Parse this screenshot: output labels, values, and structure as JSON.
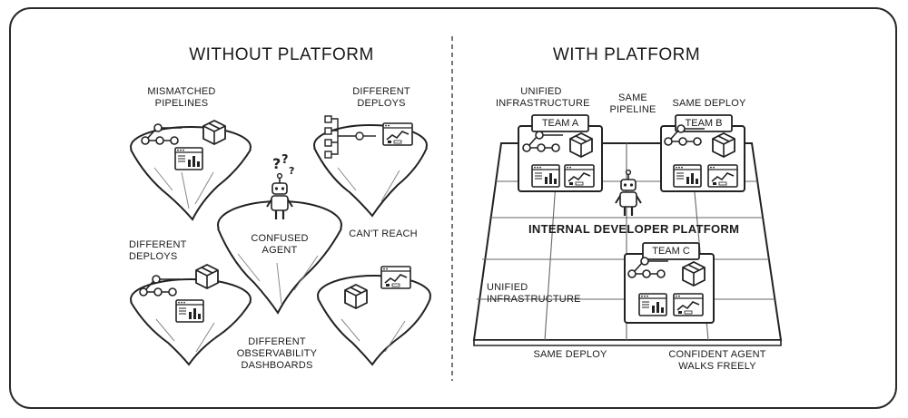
{
  "left_panel": {
    "title": "WITHOUT PLATFORM",
    "labels": {
      "mismatched_pipelines": "MISMATCHED\nPIPELINES",
      "different_deploys_top": "DIFFERENT\nDEPLOYS",
      "different_deploys_left": "DIFFERENT\nDEPLOYS",
      "confused_agent": "CONFUSED\nAGENT",
      "cant_reach": "CAN'T REACH",
      "different_dashboards": "DIFFERENT\nOBSERVABILITY\nDASHBOARDS"
    }
  },
  "right_panel": {
    "title": "WITH PLATFORM",
    "labels": {
      "unified_infra_top": "UNIFIED\nINFRASTRUCTURE",
      "same_pipeline": "SAME\nPIPELINE",
      "same_deploy_top": "SAME DEPLOY",
      "platform": "INTERNAL DEVELOPER PLATFORM",
      "unified_infra_bottom": "UNIFIED\nINFRASTRUCTURE",
      "same_deploy_bottom": "SAME DEPLOY",
      "confident_agent": "CONFIDENT AGENT\nWALKS FREELY"
    },
    "teams": [
      "TEAM A",
      "TEAM B",
      "TEAM C"
    ]
  },
  "icons": [
    "pipeline-icon",
    "package-box-icon",
    "dashboard-window-icon",
    "robot-agent-icon",
    "question-mark-icon"
  ]
}
